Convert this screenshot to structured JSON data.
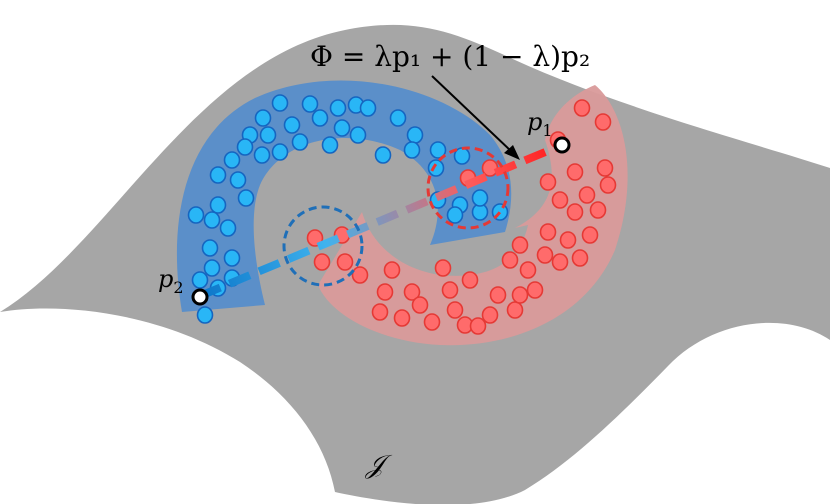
{
  "formula": "Φ =  λp₁ + (1 − λ)p₂",
  "point_labels": {
    "p1": "p",
    "p1_sub": "1",
    "p2": "p",
    "p2_sub": "2"
  },
  "manifold_label": "𝒥",
  "colors": {
    "manifold": "#a6a6a6",
    "blue_region": "#5b8fc9",
    "blue_dot": "#29b6f6",
    "blue_dot_stroke": "#1565c0",
    "red_region": "#d99a9a",
    "red_dot": "#ff6b6b",
    "red_dot_stroke": "#e53935",
    "line_blue": "#29a9e8",
    "line_red": "#ff3b3b",
    "circle_blue": "#1f6fb8",
    "circle_red": "#e53935"
  }
}
